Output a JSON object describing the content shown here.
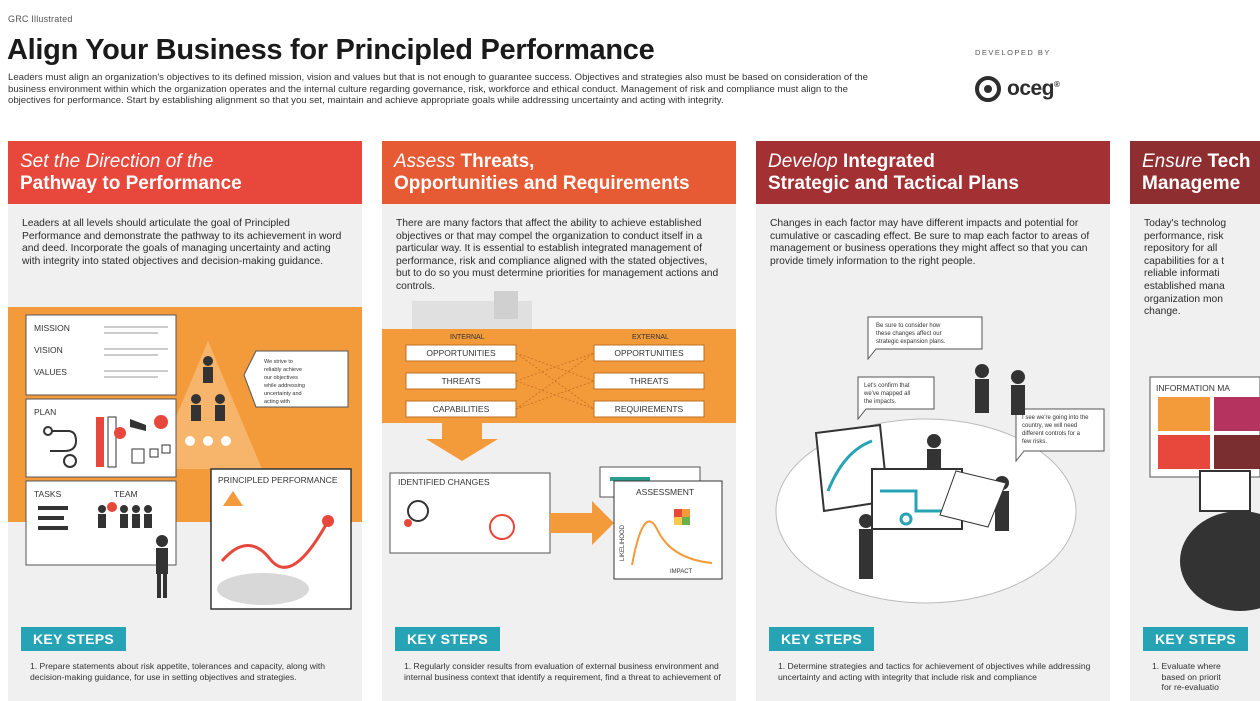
{
  "header": {
    "kicker": "GRC Illustrated",
    "title": "Align Your Business for Principled Performance",
    "intro": "Leaders must align an organization's objectives to its defined mission, vision and values but that is not enough to guarantee success. Objectives and strategies also must be based on consideration of the business environment within which the organization operates and the internal culture regarding governance, risk, workforce and ethical conduct. Management of risk and compliance must align to the objectives for performance. Start by establishing alignment so that you set, maintain and achieve appropriate goals while addressing uncertainty and acting with integrity.",
    "developed_by": "DEVELOPED BY",
    "logo_text": "oceg",
    "logo_mark": "®"
  },
  "colors": {
    "panel1": "#e8473b",
    "panel2": "#e65a34",
    "panel3": "#a33134",
    "panel4": "#8f2e30",
    "orange": "#f39a3b",
    "teal": "#26a3b4",
    "panel_bg": "#f0f0f0"
  },
  "panels": [
    {
      "title_italic": "Set the Direction of the",
      "title_bold": "",
      "title_line2": "Pathway to Performance",
      "body": "Leaders at all levels should articulate the goal of Principled Performance and demonstrate the pathway to its achievement in word and deed. Incorporate the goals of managing uncertainty and acting with integrity into stated objectives and decision-making guidance.",
      "art": {
        "labels": [
          "MISSION",
          "VISION",
          "VALUES",
          "PLAN",
          "TASKS",
          "TEAM",
          "PRINCIPLED PERFORMANCE"
        ],
        "bubble": "We strive to reliably achieve our objectives while addressing uncertainty and acting with integrity."
      },
      "keysteps": "KEY STEPS",
      "step": "1. Prepare statements about risk appetite, tolerances and capacity, along with decision-making guidance, for use in setting objectives and strategies."
    },
    {
      "title_italic": "Assess",
      "title_bold": "Threats,",
      "title_line2": "Opportunities and Requirements",
      "body": "There are many factors that affect the ability to achieve established objectives or that may compel the organization to conduct itself in a particular way. It is essential to establish integrated management of performance, risk and compliance aligned with the stated objectives, but to do so you must determine priorities for management actions and controls.",
      "art": {
        "internal": "INTERNAL",
        "external": "EXTERNAL",
        "left": [
          "OPPORTUNITIES",
          "THREATS",
          "CAPABILITIES"
        ],
        "right": [
          "OPPORTUNITIES",
          "THREATS",
          "REQUIREMENTS"
        ],
        "changes": "IDENTIFIED CHANGES",
        "assessment": "ASSESSMENT",
        "likelihood": "LIKELIHOOD",
        "impact": "IMPACT"
      },
      "keysteps": "KEY STEPS",
      "step": "1. Regularly consider results from evaluation of external business environment and internal business context that identify a requirement, find a threat to achievement of"
    },
    {
      "title_italic": "Develop",
      "title_bold": "Integrated",
      "title_line2": "Strategic and Tactical Plans",
      "body": "Changes in each factor may have different impacts and potential for cumulative or cascading effect. Be sure to map each factor to areas of management or business operations they might affect so that you can provide timely information to the right people.",
      "art": {
        "bubble1": "Be sure to consider how these changes affect our strategic expansion plans.",
        "bubble2": "Let's confirm that we've mapped all the impacts.",
        "bubble3": "I see we're going into the country, we will need different controls for a few risks."
      },
      "keysteps": "KEY STEPS",
      "step": "1. Determine strategies and tactics for achievement of objectives while addressing uncertainty and acting with integrity that include risk and compliance"
    },
    {
      "title_italic": "Ensure",
      "title_bold": "Tech",
      "title_line2": "Manageme",
      "body": "Today's technolog\nperformance, risk\nrepository for all\ncapabilities for a t\nreliable informati\nestablished mana\norganization mon\nchange.",
      "art": {
        "label": "INFORMATION MA"
      },
      "keysteps": "KEY STEPS",
      "step": "1. Evaluate where\n    based on priorit\n    for re-evaluatio"
    }
  ]
}
